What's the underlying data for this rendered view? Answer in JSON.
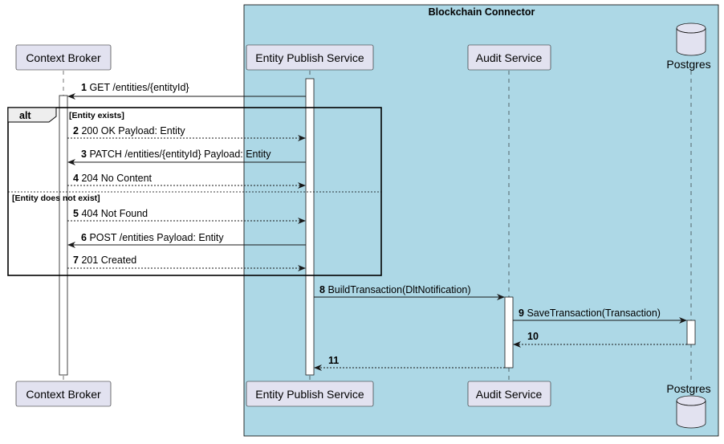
{
  "group": {
    "title": "Blockchain Connector",
    "fill": "#add8e6"
  },
  "participants": [
    {
      "id": "cb",
      "label": "Context Broker",
      "kind": "participant"
    },
    {
      "id": "eps",
      "label": "Entity Publish Service",
      "kind": "participant"
    },
    {
      "id": "as",
      "label": "Audit Service",
      "kind": "participant"
    },
    {
      "id": "pg",
      "label": "Postgres",
      "kind": "database"
    }
  ],
  "alt_block": {
    "label": "alt",
    "guard_1": "[Entity exists]",
    "guard_2": "[Entity does not exist]"
  },
  "messages": [
    {
      "num": "1",
      "text": "GET /entities/{entityId}",
      "from": "eps",
      "to": "cb",
      "style": "solid"
    },
    {
      "num": "2",
      "text": "200 OK Payload: Entity",
      "from": "cb",
      "to": "eps",
      "style": "dashed"
    },
    {
      "num": "3",
      "text": "PATCH /entities/{entityId} Payload: Entity",
      "from": "eps",
      "to": "cb",
      "style": "solid"
    },
    {
      "num": "4",
      "text": "204 No Content",
      "from": "cb",
      "to": "eps",
      "style": "dashed"
    },
    {
      "num": "5",
      "text": "404 Not Found",
      "from": "cb",
      "to": "eps",
      "style": "dashed"
    },
    {
      "num": "6",
      "text": "POST /entities Payload: Entity",
      "from": "eps",
      "to": "cb",
      "style": "solid"
    },
    {
      "num": "7",
      "text": "201 Created",
      "from": "cb",
      "to": "eps",
      "style": "dashed"
    },
    {
      "num": "8",
      "text": "BuildTransaction(DltNotification)",
      "from": "eps",
      "to": "as",
      "style": "solid"
    },
    {
      "num": "9",
      "text": "SaveTransaction(Transaction)",
      "from": "as",
      "to": "pg",
      "style": "solid"
    },
    {
      "num": "10",
      "text": "",
      "from": "pg",
      "to": "as",
      "style": "dashed"
    },
    {
      "num": "11",
      "text": "",
      "from": "as",
      "to": "eps",
      "style": "dashed"
    }
  ]
}
